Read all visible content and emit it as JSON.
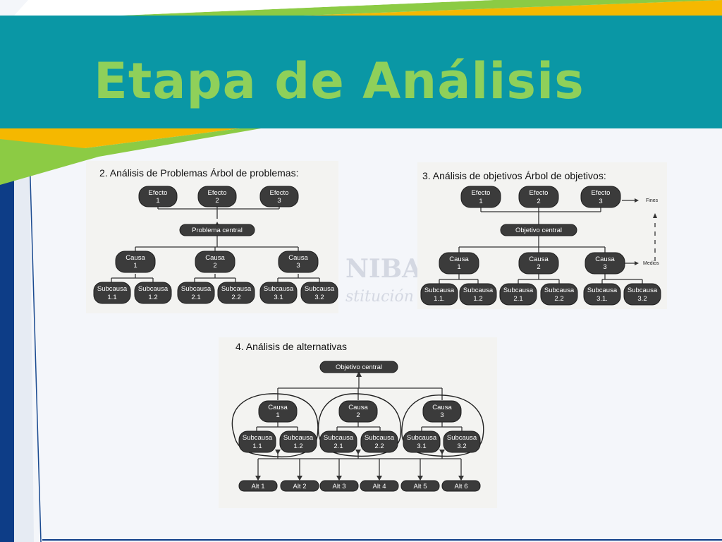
{
  "slide": {
    "title": "Etapa de Análisis",
    "colors": {
      "header_teal": "#0a97a5",
      "title_green": "#8fd05a",
      "accent_yellow": "#f5b800",
      "accent_green": "#8ccb44",
      "side_navy": "#0d3d87"
    }
  },
  "watermark": {
    "line1": "NIBAU",
    "line2": "stitución U"
  },
  "problem_tree": {
    "heading": "2. Análisis de Problemas Árbol de problemas:",
    "effects": [
      [
        "Efecto",
        "1"
      ],
      [
        "Efecto",
        "2"
      ],
      [
        "Efecto",
        "3"
      ]
    ],
    "center": "Problema central",
    "causes": [
      [
        "Causa",
        "1"
      ],
      [
        "Causa",
        "2"
      ],
      [
        "Causa",
        "3"
      ]
    ],
    "subcauses": [
      [
        "Subcausa",
        "1.1"
      ],
      [
        "Subcausa",
        "1.2"
      ],
      [
        "Subcausa",
        "2.1"
      ],
      [
        "Subcausa",
        "2.2"
      ],
      [
        "Subcausa",
        "3.1"
      ],
      [
        "Subcausa",
        "3.2"
      ]
    ]
  },
  "objective_tree": {
    "heading": "3. Análisis de objetivos Árbol de objetivos:",
    "effects": [
      [
        "Efecto",
        "1"
      ],
      [
        "Efecto",
        "2"
      ],
      [
        "Efecto",
        "3"
      ]
    ],
    "center": "Objetivo central",
    "causes": [
      [
        "Causa",
        "1"
      ],
      [
        "Causa",
        "2"
      ],
      [
        "Causa",
        "3"
      ]
    ],
    "subcauses": [
      [
        "Subcausa",
        "1.1."
      ],
      [
        "Subcausa",
        "1.2"
      ],
      [
        "Subcausa",
        "2.1"
      ],
      [
        "Subcausa",
        "2.2"
      ],
      [
        "Subcausa",
        "3.1."
      ],
      [
        "Subcausa",
        "3.2"
      ]
    ],
    "fines_label": "Fines",
    "medios_label": "Medios"
  },
  "alternatives": {
    "heading": "4. Análisis de alternativas",
    "center": "Objetivo central",
    "causes": [
      [
        "Causa",
        "1"
      ],
      [
        "Causa",
        "2"
      ],
      [
        "Causa",
        "3"
      ]
    ],
    "subcauses": [
      [
        "Subcausa",
        "1.1"
      ],
      [
        "Subcausa",
        "1.2"
      ],
      [
        "Subcausa",
        "2.1"
      ],
      [
        "Subcausa",
        "2.2"
      ],
      [
        "Subcausa",
        "3.1"
      ],
      [
        "Subcausa",
        "3.2"
      ]
    ],
    "alts": [
      "Alt 1",
      "Alt 2",
      "Alt 3",
      "Alt 4",
      "Alt 5",
      "Alt 6"
    ]
  }
}
